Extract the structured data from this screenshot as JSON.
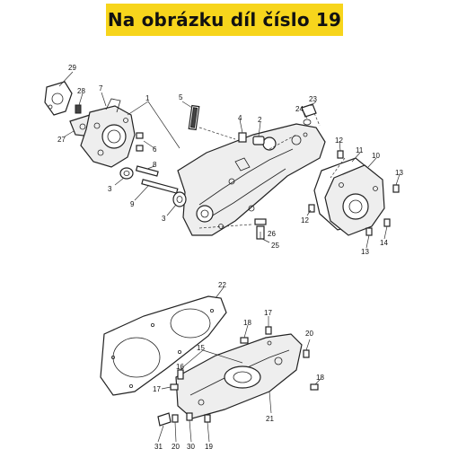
{
  "banner": {
    "text": "Na obrázku díl číslo 19"
  },
  "callouts": {
    "c1": "1",
    "c2": "2",
    "c3a": "3",
    "c3b": "3",
    "c4": "4",
    "c5": "5",
    "c6": "6",
    "c7": "7",
    "c8": "8",
    "c9": "9",
    "c10": "10",
    "c11": "11",
    "c12a": "12",
    "c12b": "12",
    "c13a": "13",
    "c13b": "13",
    "c14": "14",
    "c15": "15",
    "c16": "16",
    "c17a": "17",
    "c17b": "17",
    "c18a": "18",
    "c18b": "18",
    "c19": "19",
    "c20a": "20",
    "c20b": "20",
    "c21": "21",
    "c22": "22",
    "c23": "23",
    "c24": "24",
    "c25": "25",
    "c26": "26",
    "c27": "27",
    "c28": "28",
    "c29": "29",
    "c30": "30",
    "c31": "31"
  },
  "colors": {
    "banner_bg": "#f7d51c",
    "line": "#222222"
  }
}
